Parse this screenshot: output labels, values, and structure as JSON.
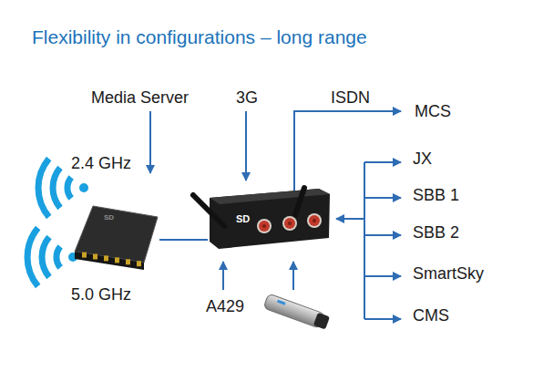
{
  "diagram": {
    "title": "Flexibility in configurations – long range",
    "nodes": [
      {
        "text": [
          "SD"
        ]
      },
      {
        "text": [
          "SD"
        ]
      }
    ],
    "edges": [
      {
        "from": 0,
        "to": 1,
        "arrow": "none"
      }
    ],
    "labels": [
      "Media Server",
      "3G",
      "ISDN",
      "MCS",
      "2.4 GHz",
      "JX",
      "SBB 1",
      "SBB 2",
      "SmartSky",
      "5.0 GHz",
      "A429",
      "CMS"
    ]
  }
}
